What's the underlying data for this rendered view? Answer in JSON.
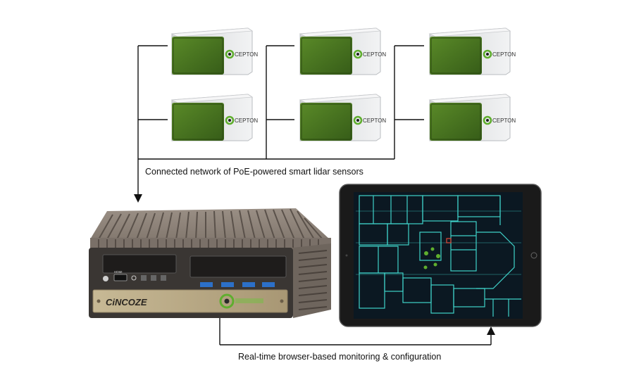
{
  "captions": {
    "sensor_network": "Connected network of PoE-powered smart lidar sensors",
    "monitoring": "Real-time browser-based monitoring & configuration"
  },
  "sensors": [
    {
      "brand": "CEPTON"
    },
    {
      "brand": "CEPTON"
    },
    {
      "brand": "CEPTON"
    },
    {
      "brand": "CEPTON"
    },
    {
      "brand": "CEPTON"
    },
    {
      "brand": "CEPTON"
    }
  ],
  "edge_computer": {
    "brand": "CiNCOZE",
    "port_label": "HDMI"
  },
  "colors": {
    "lidar_window": "#4e7a22",
    "sensor_body": "#e6e7ea",
    "logo_green": "#5fae2e",
    "floorplan_bg": "#0b1822",
    "floorplan_lines": "#3fd2c9",
    "heat_fins": "#8a7f76",
    "front_plate": "#b9ab8a",
    "line_color": "#111111"
  }
}
